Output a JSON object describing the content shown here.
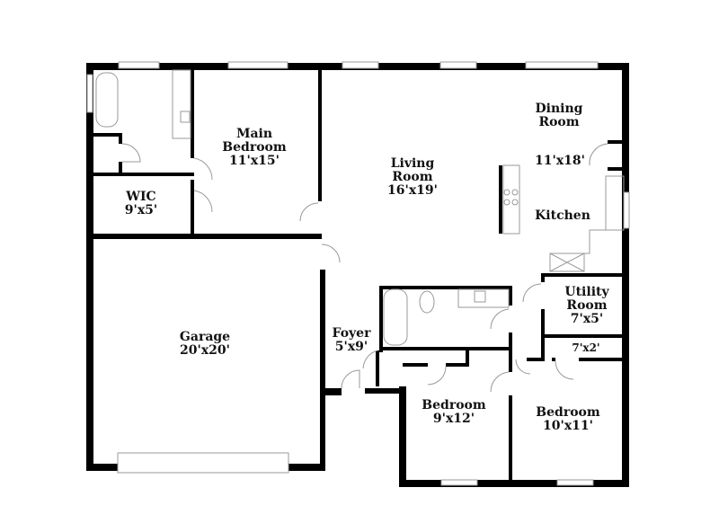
{
  "plan": {
    "rooms": [
      {
        "id": "main-bedroom",
        "name": "Main\nBedroom",
        "dims": "11'x15'"
      },
      {
        "id": "wic",
        "name": "WIC",
        "dims": "9'x5'"
      },
      {
        "id": "living-room",
        "name": "Living\nRoom",
        "dims": "16'x19'"
      },
      {
        "id": "dining-room",
        "name": "Dining\nRoom",
        "dims": "11'x18'"
      },
      {
        "id": "kitchen",
        "name": "Kitchen",
        "dims": ""
      },
      {
        "id": "garage",
        "name": "Garage",
        "dims": "20'x20'"
      },
      {
        "id": "foyer",
        "name": "Foyer",
        "dims": "5'x9'"
      },
      {
        "id": "utility-room",
        "name": "Utility\nRoom",
        "dims": "7'x5'"
      },
      {
        "id": "closet",
        "name": "",
        "dims": "7'x2'"
      },
      {
        "id": "bedroom-2",
        "name": "Bedroom",
        "dims": "9'x12'"
      },
      {
        "id": "bedroom-3",
        "name": "Bedroom",
        "dims": "10'x11'"
      }
    ],
    "colors": {
      "wall": "#000000",
      "fixture": "#999999",
      "background": "#ffffff"
    }
  }
}
